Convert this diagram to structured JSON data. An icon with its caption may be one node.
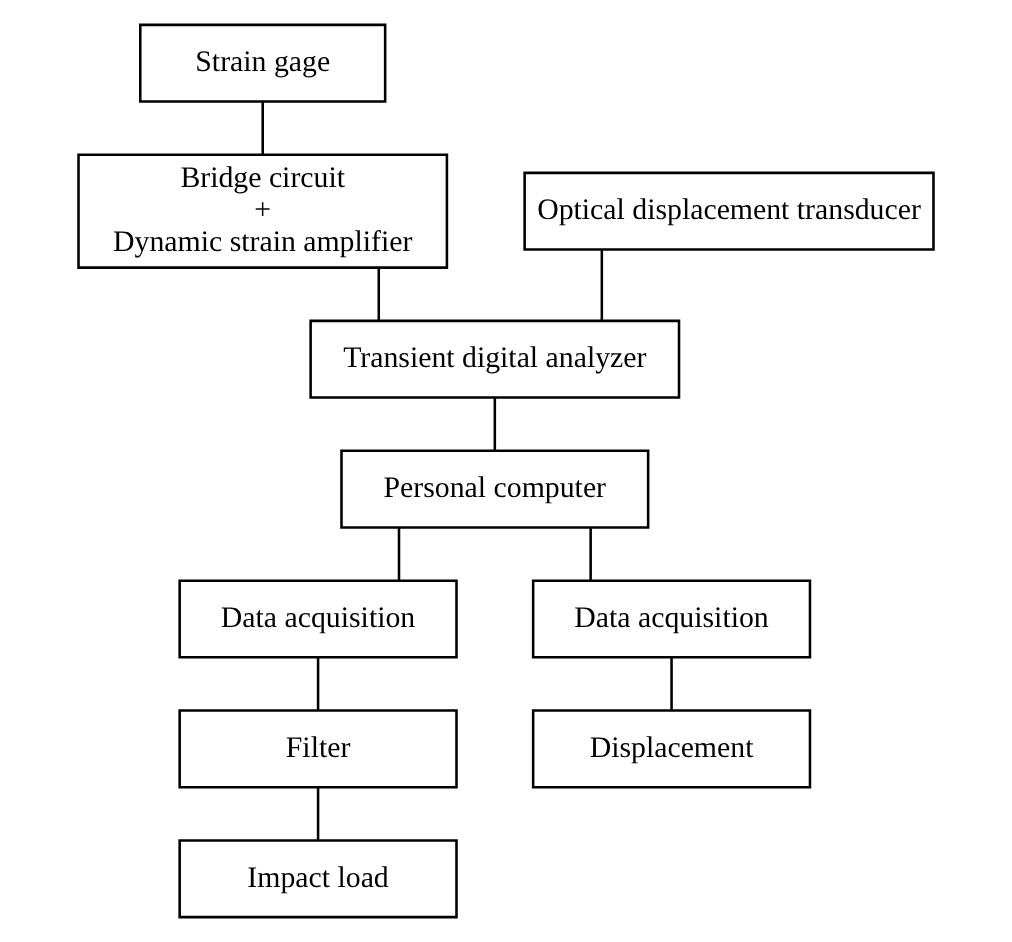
{
  "diagram": {
    "nodes": [
      {
        "text": [
          "Strain gage"
        ]
      },
      {
        "text": [
          "Bridge circuit",
          "+",
          "Dynamic strain amplifier"
        ]
      },
      {
        "text": [
          "Optical displacement transducer"
        ]
      },
      {
        "text": [
          "Transient digital analyzer"
        ]
      },
      {
        "text": [
          "Personal computer"
        ]
      },
      {
        "text": [
          "Data acquisition"
        ]
      },
      {
        "text": [
          "Filter"
        ]
      },
      {
        "text": [
          "Impact load"
        ]
      },
      {
        "text": [
          "Data acquisition"
        ]
      },
      {
        "text": [
          "Displacement"
        ]
      }
    ],
    "edges": [
      {
        "from": 0,
        "to": 1,
        "arrow": "none"
      },
      {
        "from": 1,
        "to": 3,
        "arrow": "none"
      },
      {
        "from": 2,
        "to": 3,
        "arrow": "none"
      },
      {
        "from": 3,
        "to": 4,
        "arrow": "none"
      },
      {
        "from": 4,
        "to": 5,
        "arrow": "none"
      },
      {
        "from": 4,
        "to": 8,
        "arrow": "none"
      },
      {
        "from": 5,
        "to": 6,
        "arrow": "none"
      },
      {
        "from": 6,
        "to": 7,
        "arrow": "none"
      },
      {
        "from": 8,
        "to": 9,
        "arrow": "none"
      }
    ]
  }
}
